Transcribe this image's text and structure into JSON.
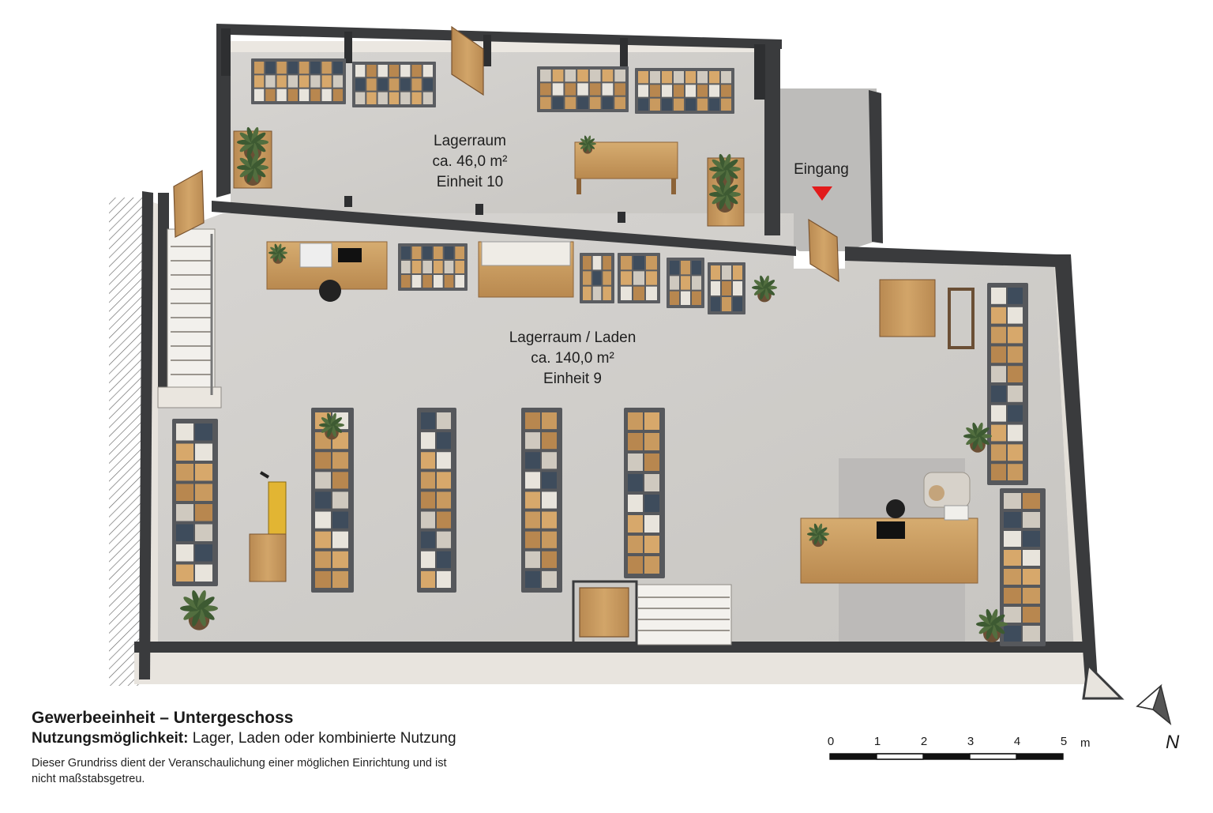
{
  "rooms": {
    "storage_10": {
      "name": "Lagerraum",
      "area": "ca. 46,0 m²",
      "unit": "Einheit 10"
    },
    "shop_9": {
      "name": "Lagerraum / Laden",
      "area": "ca. 140,0 m²",
      "unit": "Einheit 9"
    },
    "entrance": {
      "label": "Eingang"
    }
  },
  "footer": {
    "title": "Gewerbeeinheit – Untergeschoss",
    "usage_label": "Nutzungsmöglichkeit:",
    "usage_text": " Lager, Laden oder kombinierte Nutzung",
    "note": "Dieser Grundriss dient der Veranschaulichung einer möglichen Einrichtung und ist nicht maßstabsgetreu."
  },
  "scale_bar": {
    "ticks": [
      "0",
      "1",
      "2",
      "3",
      "4",
      "5"
    ],
    "unit": "m"
  },
  "north_arrow": {
    "letter": "N"
  },
  "colors": {
    "floor": "#cfcdca",
    "wall_top": "#3a3b3d",
    "wall_face": "#ebe7e1",
    "wood": "#c79a5e",
    "shelf_metal": "#4a4c50",
    "entrance_marker": "#e21b1b"
  }
}
